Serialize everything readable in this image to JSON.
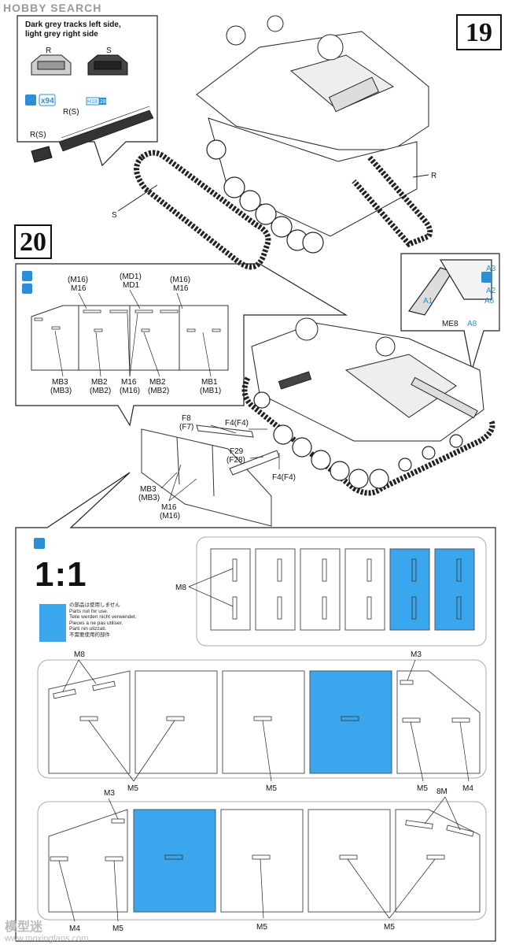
{
  "watermark": {
    "top": "HOBBY SEARCH",
    "bottom_site": "www.moxingfans.com",
    "bottom_cn": "模型迷"
  },
  "step19": {
    "number": "19",
    "note_line1": "Dark grey tracks left side,",
    "note_line2": "light grey right side",
    "track_r": "R",
    "track_s": "S",
    "qty": "x94",
    "part_rs_1": "R(S)",
    "part_rs_2": "R(S)",
    "part_h18": "H18",
    "part_28": "28",
    "label_r": "R",
    "label_s": "S"
  },
  "step20": {
    "number": "20",
    "callout_parts": {
      "top1": "(M16)",
      "top1b": "M16",
      "top2": "(MD1)",
      "top2b": "MD1",
      "top3": "(M16)",
      "top3b": "M16",
      "bot1": "MB3",
      "bot1b": "(MB3)",
      "bot2": "MB2",
      "bot2b": "(MB2)",
      "bot3": "M16",
      "bot3b": "(M16)",
      "bot4": "MB2",
      "bot4b": "(MB2)",
      "bot5": "MB1",
      "bot5b": "(MB1)"
    },
    "inset": {
      "a3": "A3",
      "a2": "A2",
      "a6": "A6",
      "a1": "A1",
      "me8": "ME8",
      "a8": "A8"
    },
    "lower": {
      "f8": "F8",
      "f7": "(F7)",
      "f4a": "F4(F4)",
      "f29": "F29",
      "f28": "(F28)",
      "f4b": "F4(F4)",
      "mb3": "MB3",
      "mb3b": "(MB3)",
      "m16": "M16",
      "m16b": "(M16)"
    }
  },
  "template": {
    "scale": "1:1",
    "notes": [
      "の部品は使用しません",
      "Parts not for use.",
      "Teile werden nicht verwendet.",
      "Pieces a ne pas utiliser.",
      "Parti nin ulizzati.",
      "不需要使用的部件"
    ],
    "labels": {
      "m8_row1": "M8",
      "m8_row2": "M8",
      "m3_row2": "M3",
      "m5_row2a": "M5",
      "m5_row2b": "M5",
      "m5_row2c": "M5",
      "m4_row2": "M4",
      "m3_row3": "M3",
      "m8_row3": "8M",
      "m4_row3": "M4",
      "m5_row3a": "M5",
      "m5_row3b": "M5",
      "m5_row3c": "M5"
    }
  },
  "colors": {
    "highlight_blue": "#2a9ae2",
    "stroke": "#333333",
    "sticker_blue": "#3aa6ee"
  }
}
